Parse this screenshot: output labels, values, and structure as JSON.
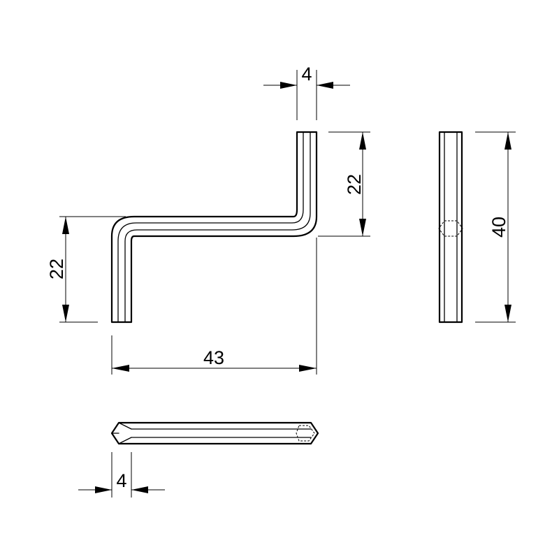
{
  "dimensions": {
    "top_width": "4",
    "upper_height": "22",
    "lower_height": "22",
    "overall_width": "43",
    "side_height": "40",
    "bottom_width": "4"
  }
}
